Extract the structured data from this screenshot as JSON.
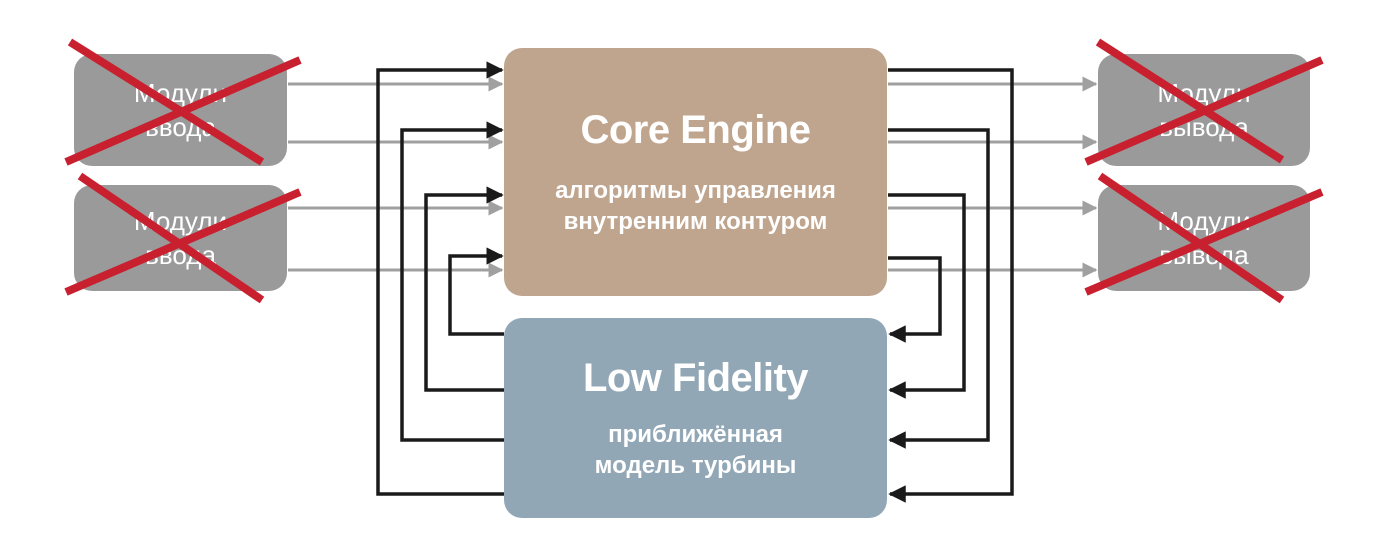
{
  "input_modules": [
    {
      "label": "Модули ввода",
      "line1": "Модули",
      "line2": "ввода",
      "status": "crossed-out"
    },
    {
      "label": "Модули ввода",
      "line1": "Модули",
      "line2": "ввода",
      "status": "crossed-out"
    }
  ],
  "output_modules": [
    {
      "label": "Модули вывода",
      "line1": "Модули",
      "line2": "вывода",
      "status": "crossed-out"
    },
    {
      "label": "Модули вывода",
      "line1": "Модули",
      "line2": "вывода",
      "status": "crossed-out"
    }
  ],
  "core_engine": {
    "title": "Core Engine",
    "subtitle_line1": "алгоритмы управления",
    "subtitle_line2": "внутренним контуром"
  },
  "low_fidelity": {
    "title": "Low Fidelity",
    "subtitle_line1": "приближённая",
    "subtitle_line2": "модель турбины"
  },
  "colors": {
    "module_fill": "#9a9a9a",
    "core_fill": "#bfa48e",
    "low_fill": "#92a7b6",
    "cross": "#c8202f",
    "gray_arrow": "#a0a0a0",
    "black_arrow": "#1a1a1a"
  }
}
